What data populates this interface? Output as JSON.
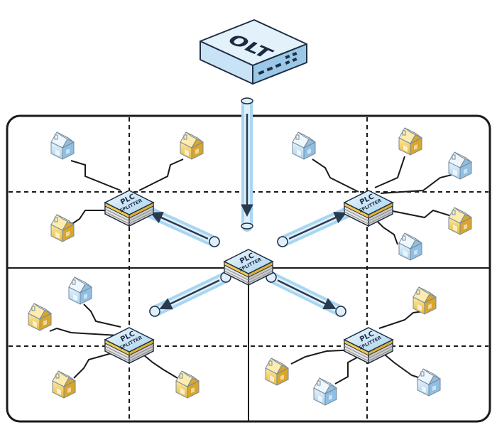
{
  "olt": {
    "label": "OLT"
  },
  "splitter": {
    "line1": "PLC",
    "line2": "SPLITTER"
  },
  "colors": {
    "fiber_glow": "#a8d6f2",
    "fiber_core": "#2a3a4e",
    "house_blue": "#cfe6f6",
    "house_yellow": "#f4d56a",
    "frame": "#1a1a1a"
  },
  "splitters": [
    {
      "id": "center",
      "houses": []
    },
    {
      "id": "top-left",
      "houses": [
        "blue",
        "yellow",
        "yellow"
      ]
    },
    {
      "id": "top-right",
      "houses": [
        "blue",
        "yellow",
        "blue",
        "yellow",
        "blue"
      ]
    },
    {
      "id": "bottom-left",
      "houses": [
        "blue",
        "yellow",
        "yellow",
        "yellow"
      ]
    },
    {
      "id": "bottom-right",
      "houses": [
        "yellow",
        "yellow",
        "blue",
        "blue"
      ]
    }
  ]
}
